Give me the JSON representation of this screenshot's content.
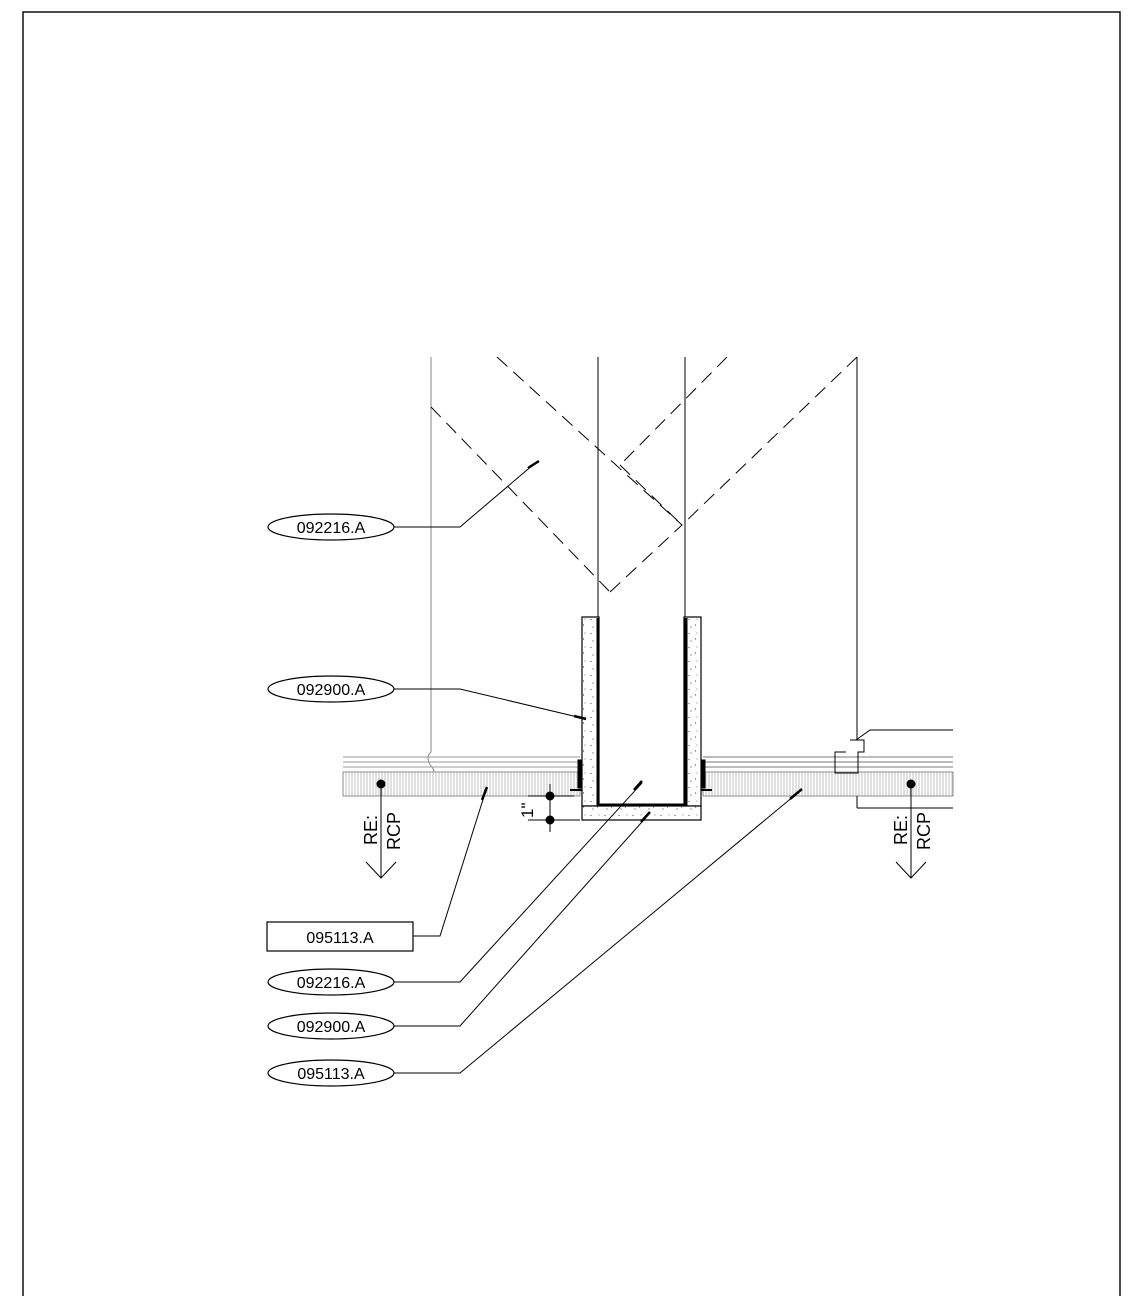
{
  "keynotes": {
    "upper_stud": "092216.A",
    "upper_board": "092900.A",
    "ceiling_left_box": "095113.A",
    "lower_stud": "092216.A",
    "lower_board": "092900.A",
    "lower_ceiling": "095113.A"
  },
  "references": {
    "left": {
      "line1": "RE:",
      "line2": "RCP"
    },
    "right": {
      "line1": "RE:",
      "line2": "RCP"
    }
  },
  "dimension": {
    "label": "1\""
  },
  "colors": {
    "line": "#000000",
    "background": "#ffffff",
    "light_line": "#777777"
  }
}
